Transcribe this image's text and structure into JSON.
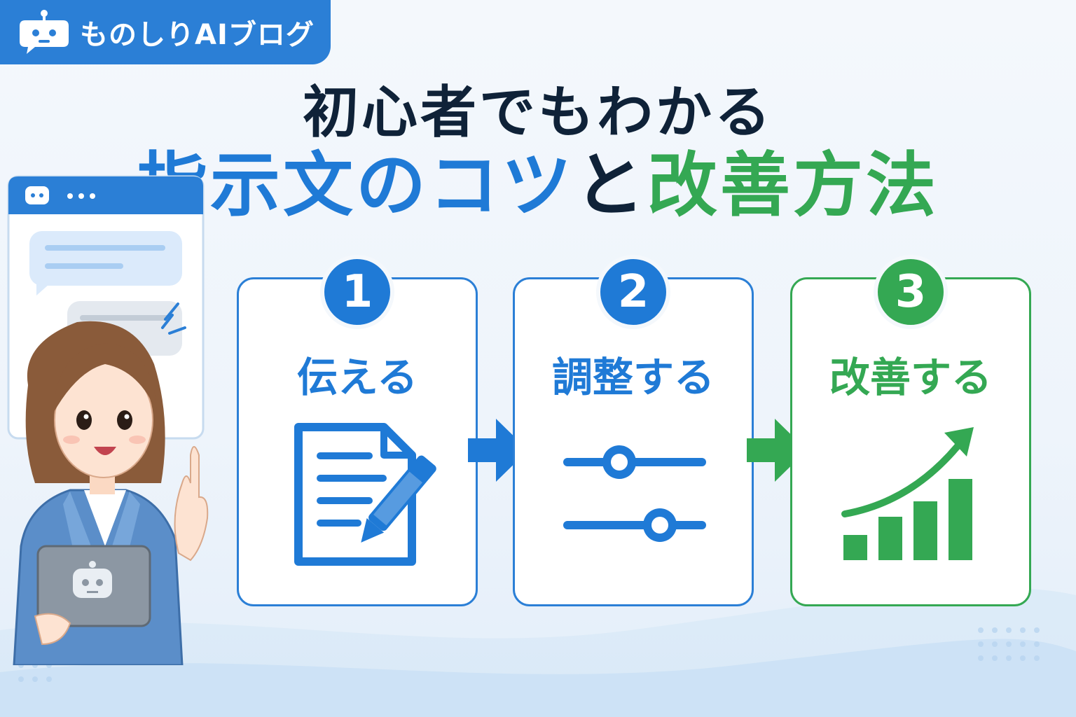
{
  "brand": {
    "name": "ものしりAIブログ",
    "icon": "robot-icon"
  },
  "title": {
    "line1": "初心者でもわかる",
    "line2_parts": [
      "指示文のコツ",
      "と",
      "改善方法"
    ]
  },
  "steps": [
    {
      "number": "1",
      "label": "伝える",
      "icon": "document-pencil-icon",
      "color": "#1f7ad6"
    },
    {
      "number": "2",
      "label": "調整する",
      "icon": "sliders-icon",
      "color": "#1f7ad6"
    },
    {
      "number": "3",
      "label": "改善する",
      "icon": "growth-chart-icon",
      "color": "#34a853"
    }
  ],
  "colors": {
    "blue": "#1f7ad6",
    "green": "#34a853",
    "dark": "#0f2238",
    "badge": "#2b7fd6"
  }
}
